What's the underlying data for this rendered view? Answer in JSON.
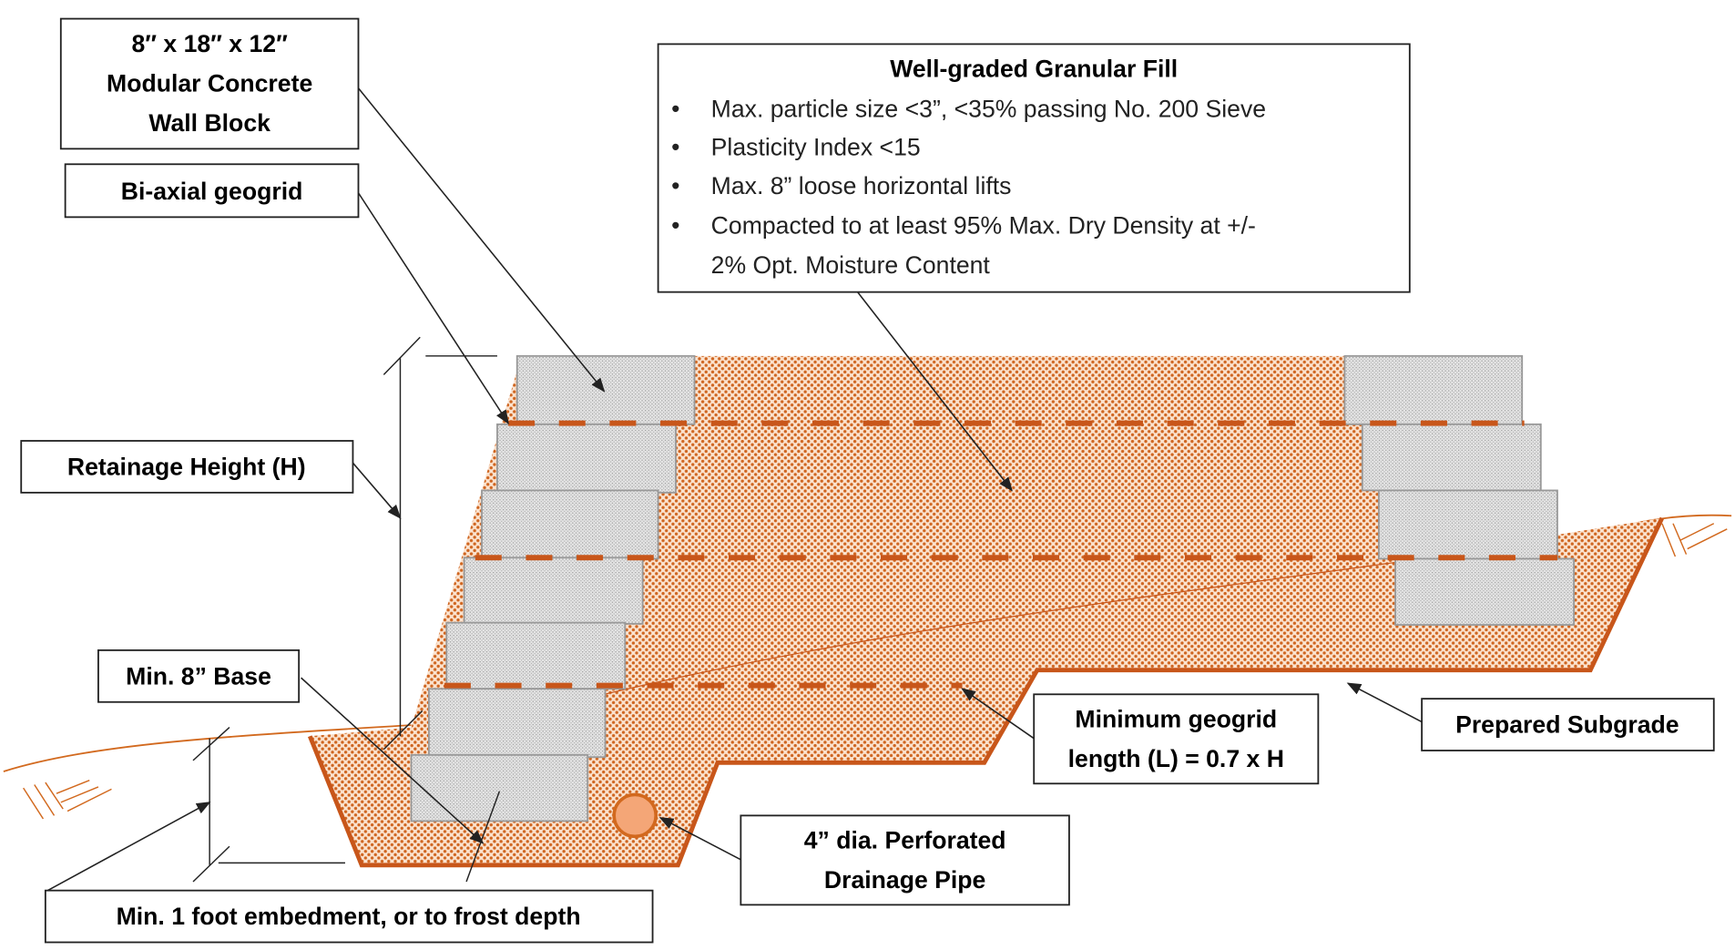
{
  "labels": {
    "block": [
      "8″ x 18″ x 12″",
      "Modular Concrete",
      "Wall Block"
    ],
    "geogrid": "Bi-axial geogrid",
    "fill_title": "Well-graded Granular Fill",
    "fill_bullets": [
      "Max. particle size <3”, <35% passing No. 200 Sieve",
      "Plasticity Index <15",
      "Max. 8” loose horizontal lifts",
      "Compacted to at least 95% Max. Dry Density at +/-",
      "2% Opt. Moisture Content"
    ],
    "bullet": "•",
    "retainage": "Retainage Height (H)",
    "base": "Min. 8” Base",
    "embedment": "Min. 1 foot embedment, or to frost depth",
    "pipe": [
      "4” dia. Perforated",
      "Drainage Pipe"
    ],
    "geogrid_length": [
      "Minimum geogrid",
      "length (L) = 0.7 x H"
    ],
    "subgrade": "Prepared Subgrade"
  },
  "colors": {
    "fill": "#d2691e",
    "subgrade_line": "#c8561a",
    "block": "#d9d9d9",
    "pipe": "#f4a677"
  }
}
